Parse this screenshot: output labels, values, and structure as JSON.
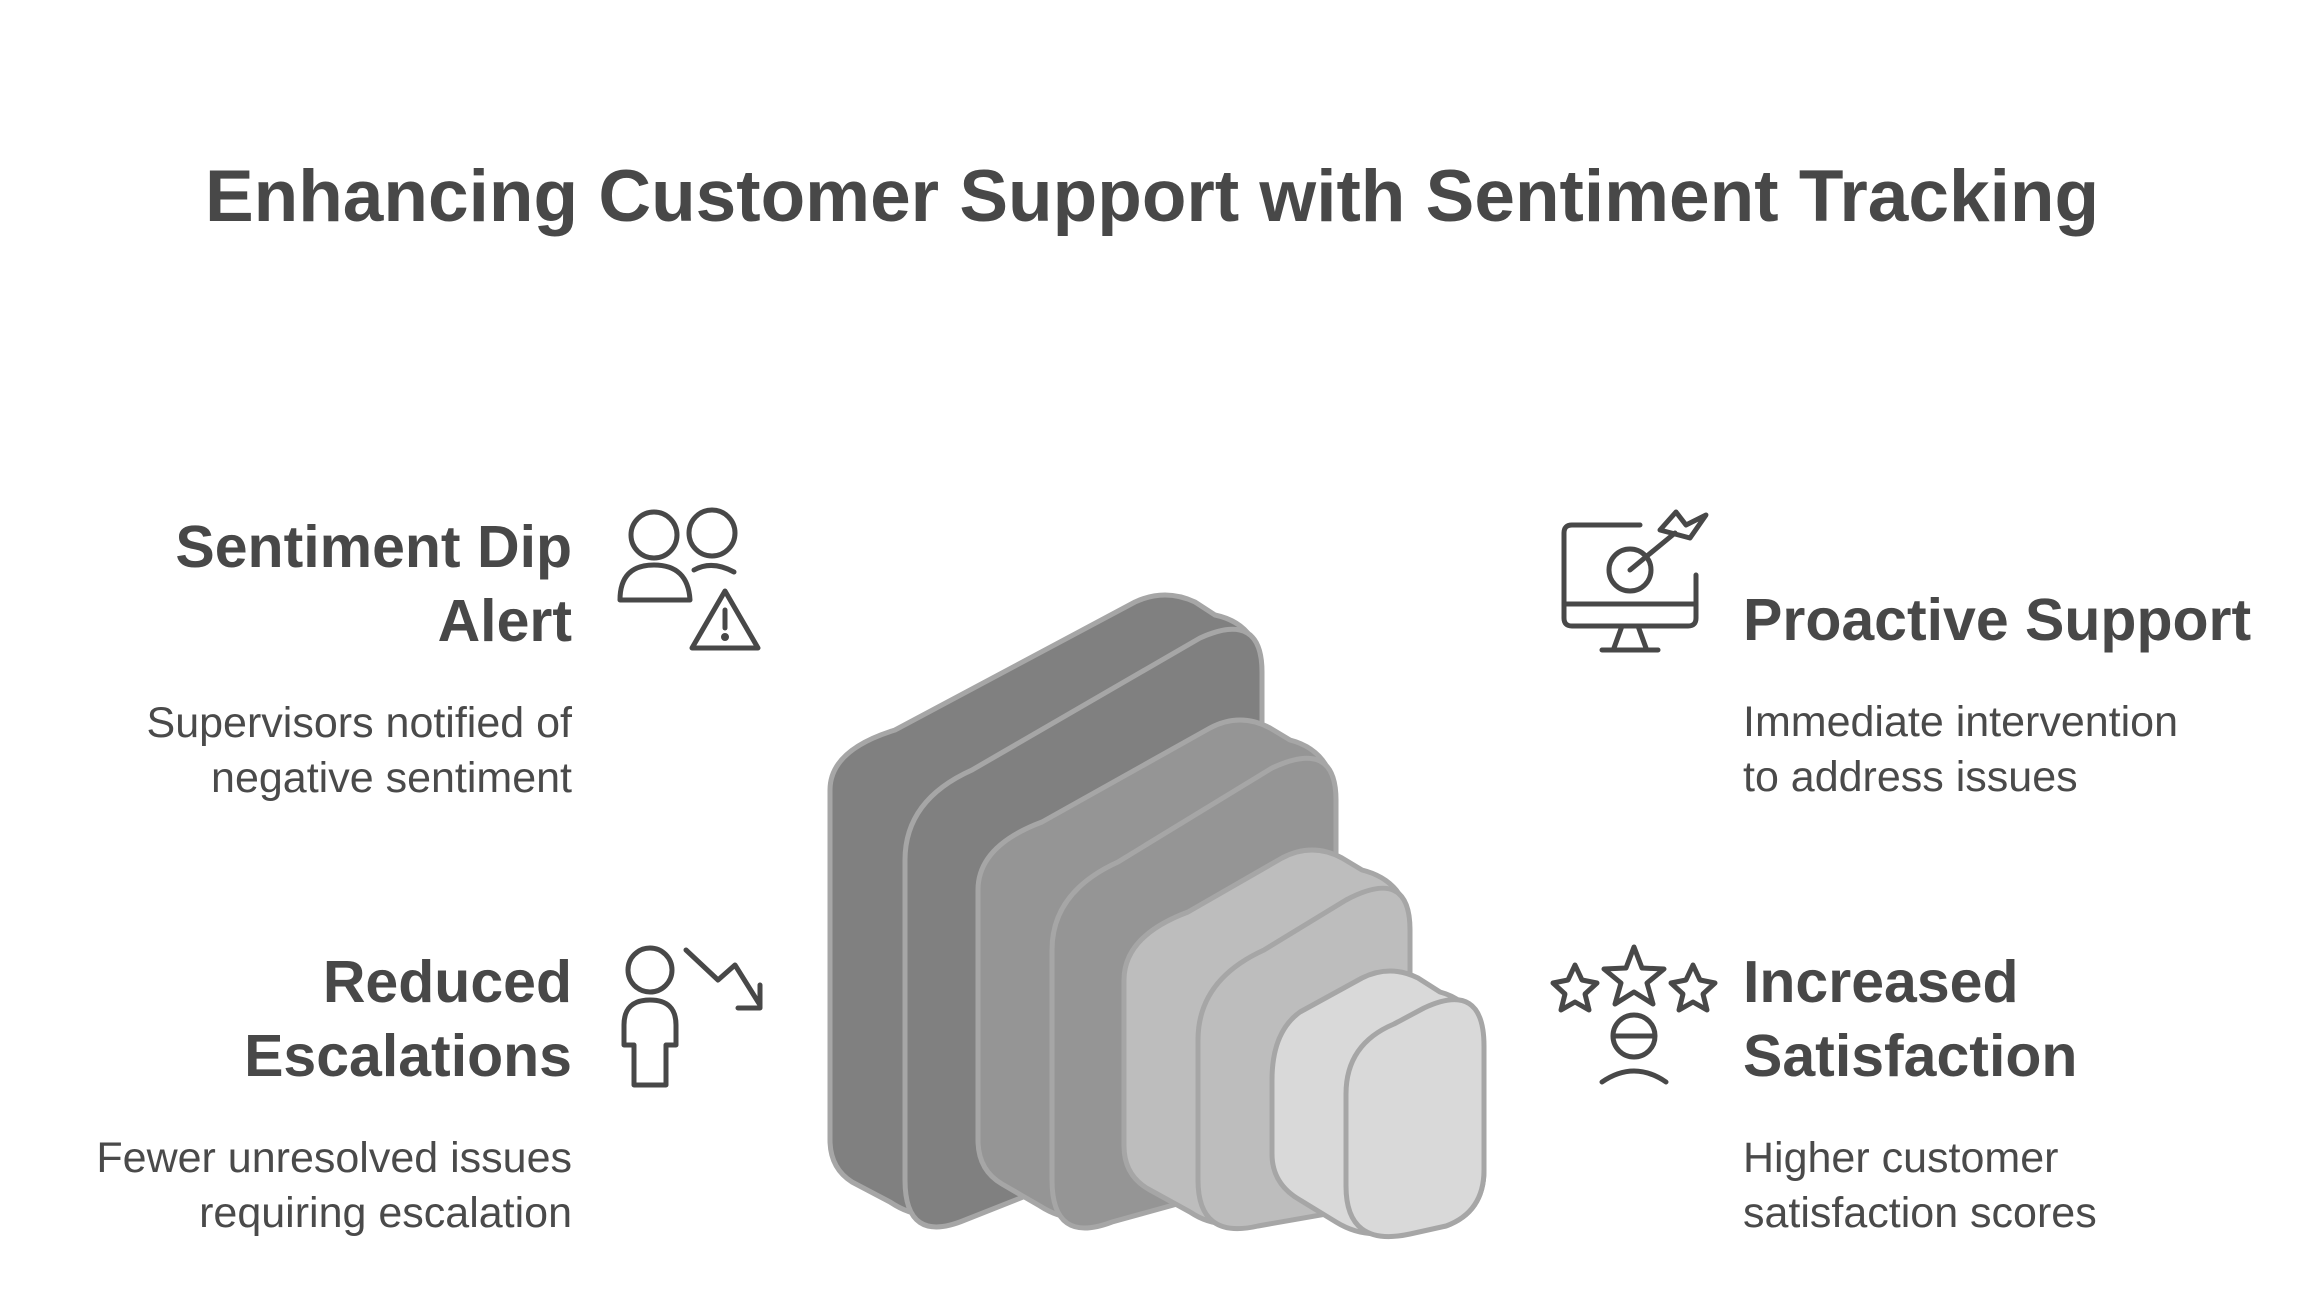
{
  "title": "Enhancing Customer Support with Sentiment Tracking",
  "items": [
    {
      "heading_lines": [
        "Sentiment Dip",
        "Alert"
      ],
      "desc_lines": [
        "Supervisors notified of",
        "negative sentiment"
      ],
      "icon": "users-alert-icon"
    },
    {
      "heading_lines": [
        "Proactive Support"
      ],
      "desc_lines": [
        "Immediate intervention",
        "to address issues"
      ],
      "icon": "monitor-target-icon"
    },
    {
      "heading_lines": [
        "Reduced",
        "Escalations"
      ],
      "desc_lines": [
        "Fewer unresolved issues",
        "requiring escalation"
      ],
      "icon": "person-trend-down-icon"
    },
    {
      "heading_lines": [
        "Increased",
        "Satisfaction"
      ],
      "desc_lines": [
        "Higher customer",
        "satisfaction scores"
      ],
      "icon": "stars-person-icon"
    }
  ],
  "colors": {
    "text": "#484848",
    "layer_1": "#808080",
    "layer_2": "#959595",
    "layer_3": "#bdbdbd",
    "layer_4": "#d9d9d9",
    "stroke": "#a6a6a6"
  }
}
